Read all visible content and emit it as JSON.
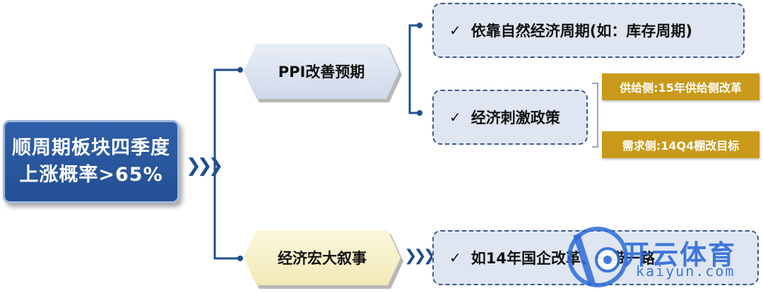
{
  "main_node": {
    "line1": "顺周期板块四季度",
    "line2": "上涨概率>65%"
  },
  "arrow_main": "❯❯❯",
  "arrow_small": "❯❯❯",
  "branches": {
    "ppi": {
      "label": "PPI改善预期",
      "items": [
        {
          "check": "✓",
          "label": "依靠自然经济周期(如：库存周期)"
        },
        {
          "check": "✓",
          "label": "经济刺激政策"
        }
      ],
      "sub_tags": [
        "供给侧:15年供给侧改革",
        "需求侧:14Q4棚改目标"
      ]
    },
    "macro": {
      "label": "经济宏大叙事",
      "item": {
        "check": "✓",
        "label": "如14年国企改革、一带一路"
      }
    }
  },
  "watermark": {
    "text_cn": "开云体育",
    "text_en": "kaiyun.com"
  },
  "colors": {
    "main_blue": "#2a5aa0",
    "connector": "#1f4e8f",
    "gold": "#c99a19",
    "dashed_fill": "#dfe6f2",
    "ppi_fill": "#dbe3f0",
    "macro_fill": "#f6f0cc"
  }
}
